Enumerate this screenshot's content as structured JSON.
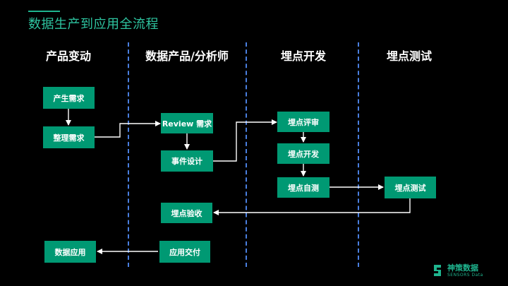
{
  "title": "数据生产到应用全流程",
  "columns": {
    "product": "产品变动",
    "data": "数据产品/分析师",
    "dev": "埋点开发",
    "test": "埋点测试"
  },
  "nodes": {
    "demand_gen": "产生需求",
    "demand_sort": "整理需求",
    "review": "Review 需求",
    "event_design": "事件设计",
    "track_review": "埋点评审",
    "track_dev": "埋点开发",
    "self_test": "埋点自测",
    "track_test": "埋点测试",
    "acceptance": "埋点验收",
    "delivery": "应用交付",
    "data_app": "数据应用"
  },
  "logo": {
    "cn": "神策数据",
    "en": "SENSORS Data"
  },
  "colors": {
    "title": "#2ec4a0",
    "node": "#009973",
    "divider": "#4a7fe0",
    "arrow": "#ffffff"
  }
}
